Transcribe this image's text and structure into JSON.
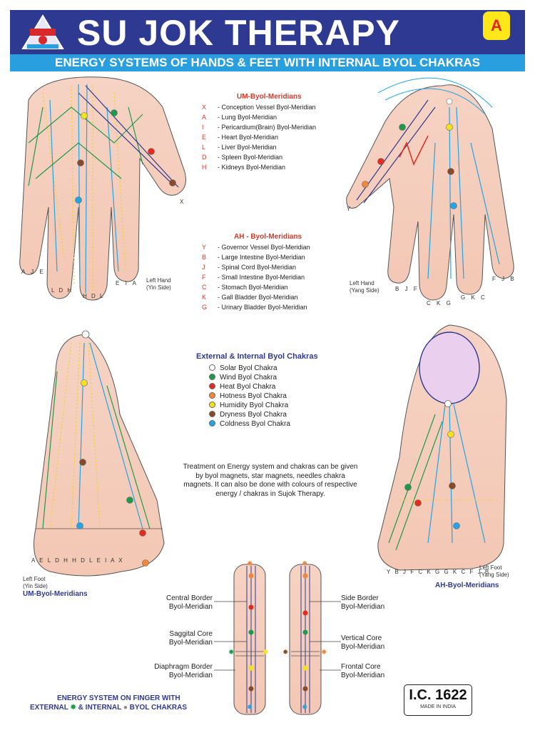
{
  "header": {
    "title": "SU JOK THERAPY",
    "badge": "A",
    "subtitle": "ENERGY SYSTEMS OF HANDS & FEET WITH INTERNAL BYOL CHAKRAS"
  },
  "um_legend": {
    "title": "UM-Byol-Meridians",
    "items": [
      {
        "letter": "X",
        "label": "- Conception Vessel Byol-Meridian"
      },
      {
        "letter": "A",
        "label": "- Lung Byol-Meridian"
      },
      {
        "letter": "I",
        "label": "- Pericardium(Brain) Byol-Meridian"
      },
      {
        "letter": "E",
        "label": "- Heart Byol-Meridian"
      },
      {
        "letter": "L",
        "label": "- Liver Byol-Meridian"
      },
      {
        "letter": "D",
        "label": "- Spleen Byol-Meridian"
      },
      {
        "letter": "H",
        "label": "- Kidneys Byol-Meridian"
      }
    ]
  },
  "ah_legend": {
    "title": "AH - Byol-Meridians",
    "items": [
      {
        "letter": "Y",
        "label": "- Governor Vessel Byol-Meridian"
      },
      {
        "letter": "B",
        "label": "- Large Intestine Byol-Meridian"
      },
      {
        "letter": "J",
        "label": "- Spinal Cord Byol-Meridian"
      },
      {
        "letter": "F",
        "label": "- Small Intestine Byol-Meridian"
      },
      {
        "letter": "C",
        "label": "- Stomach Byol-Meridian"
      },
      {
        "letter": "K",
        "label": "- Gall Bladder Byol-Meridian"
      },
      {
        "letter": "G",
        "label": "- Urinary Bladder Byol-Meridian"
      }
    ]
  },
  "chakra_legend": {
    "title": "External & Internal Byol Chakras",
    "items": [
      {
        "label": "Solar Byol Chakra",
        "color": "#ffffff"
      },
      {
        "label": "Wind Byol Chakra",
        "color": "#1e9a4a"
      },
      {
        "label": "Heat Byol Chakra",
        "color": "#e52a1e"
      },
      {
        "label": "Hotness Byol Chakra",
        "color": "#f0873a"
      },
      {
        "label": "Humidity Byol Chakra",
        "color": "#f4e21e"
      },
      {
        "label": "Dryness Byol Chakra",
        "color": "#8a4a2a"
      },
      {
        "label": "Coldness Byol Chakra",
        "color": "#22a4e6"
      }
    ]
  },
  "treatment_text": "Treatment on Energy system and chakras can be given by byol magnets, star magnets, needles chakra magnets. It can also be done with colours of respective energy / chakras in Sujok Therapy.",
  "captions": {
    "left_hand": "Left Hand\n(Yin Side)",
    "left_hand_yang": "Left Hand\n(Yang Side)",
    "left_foot": "Left Foot\n(Yin Side)",
    "left_foot_yang": "Left Foot\n(Yang Side)",
    "um_byol": "UM-Byol-Meridians",
    "ah_byol": "AH-Byol-Meridians"
  },
  "finger_labels": {
    "central_border": "Central Border\nByol-Meridian",
    "saggital_core": "Saggital Core\nByol-Meridian",
    "diaphragm_border": "Diaphragm Border\nByol-Meridian",
    "side_border": "Side Border\nByol-Meridian",
    "vertical_core": "Vertical Core\nByol-Meridian",
    "frontal_core": "Frontal Core\nByol-Meridian"
  },
  "footer": {
    "line1": "ENERGY SYSTEM ON FINGER WITH",
    "line2a": "EXTERNAL",
    "line2b": "& INTERNAL",
    "line2c": "BYOL CHAKRAS",
    "code": "I.C. 1622",
    "made": "MADE IN INDIA"
  },
  "hand_letters": {
    "yin_bottom": [
      "A",
      "J",
      "E",
      "L",
      "D",
      "H",
      "H",
      "D",
      "L",
      "E",
      "I",
      "A"
    ],
    "yin_thumb": "X",
    "yang_bottom": [
      "B",
      "J",
      "F",
      "C",
      "K",
      "G",
      "G",
      "K",
      "C",
      "F",
      "J",
      "B"
    ],
    "yang_thumb": "Y",
    "foot_yin": [
      "A",
      "E",
      "L",
      "D",
      "H",
      "H",
      "D",
      "L",
      "E",
      "I",
      "A",
      "X"
    ],
    "foot_yang": [
      "Y",
      "B",
      "J",
      "F",
      "C",
      "K",
      "G",
      "G",
      "K",
      "C",
      "F",
      "J",
      "B"
    ]
  }
}
